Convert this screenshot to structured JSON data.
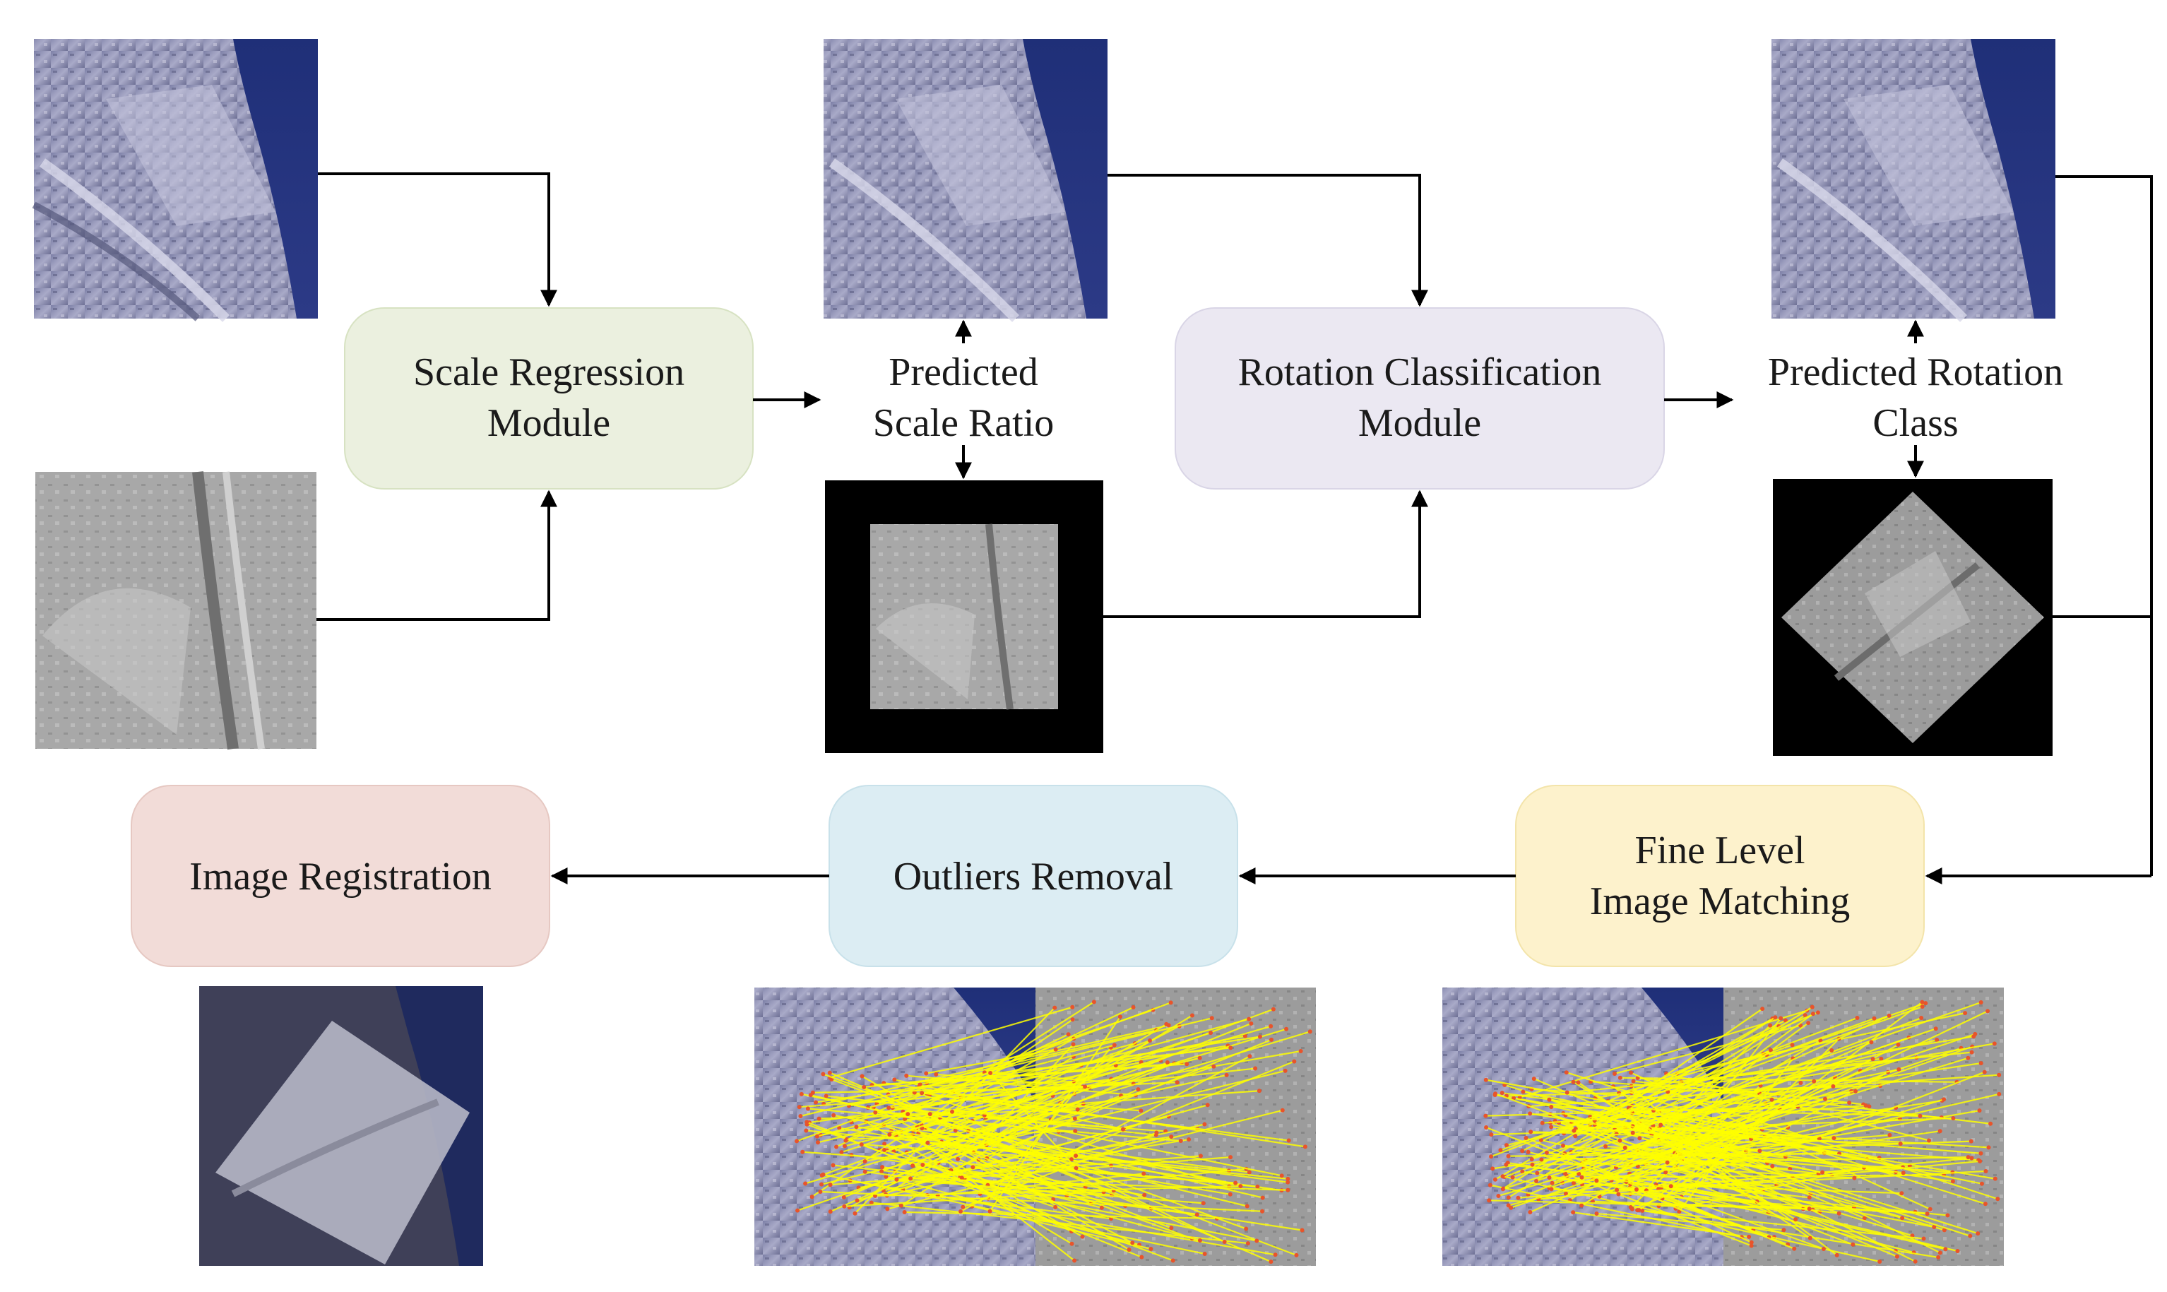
{
  "modules": {
    "scale_regression": {
      "line1": "Scale Regression",
      "line2": "Module"
    },
    "rotation_classification": {
      "line1": "Rotation Classification",
      "line2": "Module"
    },
    "fine_matching": {
      "line1": "Fine Level",
      "line2": "Image Matching"
    },
    "outliers_removal": {
      "label": "Outliers Removal"
    },
    "image_registration": {
      "label": "Image Registration"
    }
  },
  "outputs": {
    "predicted_scale": {
      "line1": "Predicted",
      "line2": "Scale Ratio"
    },
    "predicted_rotation": {
      "line1": "Predicted Rotation",
      "line2": "Class"
    }
  },
  "images": {
    "reference_optical": "satellite-optical-image",
    "sensed_gray": "satellite-grayscale-image",
    "scaled_gray": "scale-corrected-grayscale-image",
    "rotated_gray": "rotation-corrected-grayscale-image",
    "registered": "registered-overlay-image",
    "matches_filtered": "filtered-correspondences-image",
    "matches_raw": "raw-correspondences-image"
  },
  "colors": {
    "scale_box": "#ebf0df",
    "rotation_box": "#ebe8f2",
    "fine_box": "#fdf2cc",
    "outliers_box": "#dcedf3",
    "registration_box": "#f2dcd8",
    "match_line": "#ffff00",
    "keypoint": "#e8542b"
  }
}
